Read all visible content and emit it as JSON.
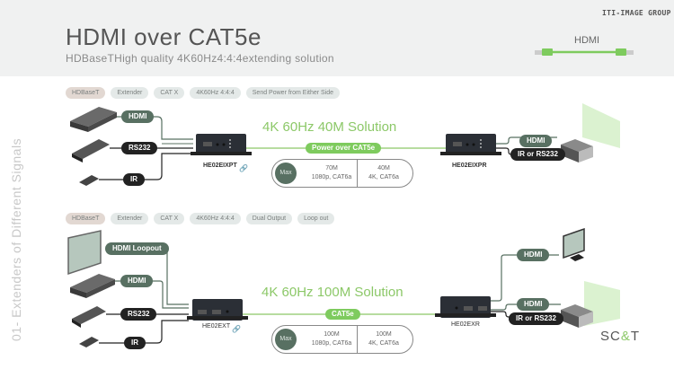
{
  "header": {
    "title": "HDMI over CAT5e",
    "subtitle": "HDBaseTHigh quality  4K60Hz4:4:4extending  solution",
    "brand": "ITI-IMAGE GROUP",
    "legend_label": "HDMI"
  },
  "side_label": "01- Extenders of Different Signals",
  "sections": [
    {
      "tags": [
        "HDBaseT",
        "Extender",
        "CAT X",
        "4K60Hz 4:4:4",
        "Send Power from Either Side"
      ],
      "solution": "4K 60Hz 40M Solution",
      "cable_label": "Power over CAT5e",
      "inputs": [
        "HDMI",
        "RS232",
        "IR"
      ],
      "transmitter": "HE02EIXPT",
      "receiver": "HE02EIXPR",
      "outputs": [
        "HDMI",
        "IR or RS232"
      ],
      "spec": {
        "max_label": "Max",
        "col1": [
          "70M",
          "1080p, CAT6a"
        ],
        "col2": [
          "40M",
          "4K, CAT6a"
        ]
      }
    },
    {
      "tags": [
        "HDBaseT",
        "Extender",
        "CAT X",
        "4K60Hz 4:4:4",
        "Dual Output",
        "Loop out"
      ],
      "solution": "4K 60Hz 100M Solution",
      "cable_label": "CAT5e",
      "inputs": [
        "HDMI Loopout",
        "HDMI",
        "RS232",
        "IR"
      ],
      "transmitter": "HE02EXT",
      "receiver": "HE02EXR",
      "outputs": [
        "HDMI",
        "HDMI",
        "IR or RS232"
      ],
      "spec": {
        "max_label": "Max",
        "col1": [
          "100M",
          "1080p, CAT6a"
        ],
        "col2": [
          "100M",
          "4K, CAT6a"
        ]
      }
    }
  ],
  "logo": {
    "left": "SC",
    "amp": "&",
    "right": "T"
  },
  "colors": {
    "accent_green": "#8cc868",
    "cable_green": "#7ecb5e",
    "pill_green": "#587062",
    "pill_dark": "#222222"
  }
}
